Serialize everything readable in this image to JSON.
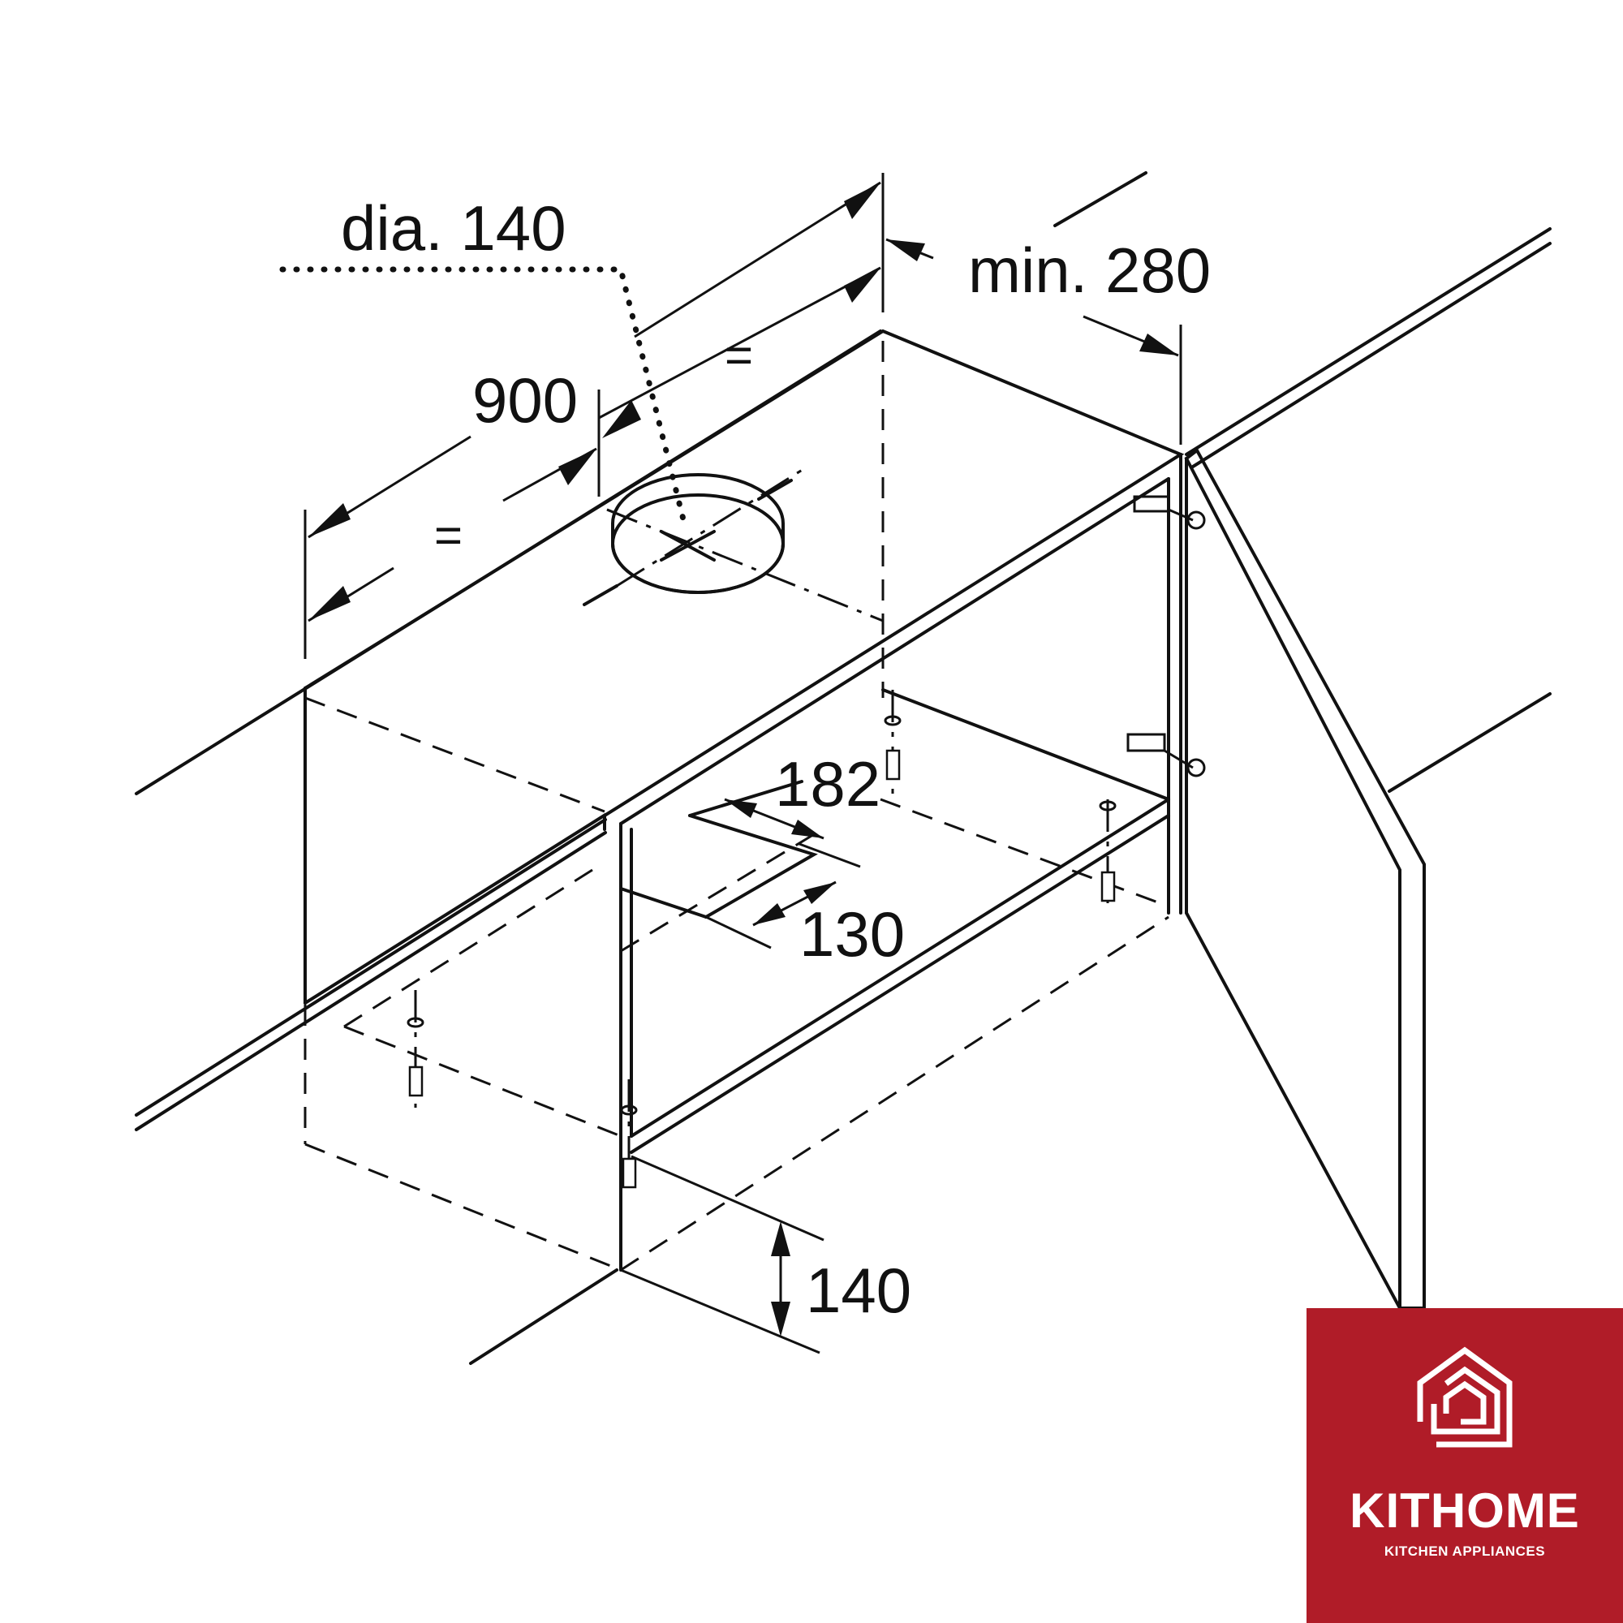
{
  "dimensions": {
    "hole_diameter": "dia. 140",
    "width": "900",
    "equal_left": "=",
    "equal_right": "=",
    "min_depth": "min. 280",
    "cutout_width": "182",
    "cutout_depth": "130",
    "height": "140"
  },
  "logo": {
    "brand": "KITHOME",
    "tagline": "KITCHEN APPLIANCES",
    "icon": "house-outline-icon",
    "background_color": "#b01c28"
  }
}
